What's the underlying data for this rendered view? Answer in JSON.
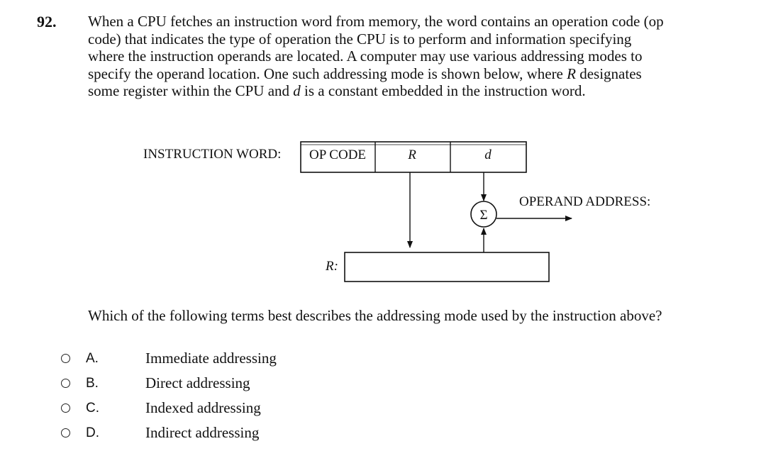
{
  "question": {
    "number": "92.",
    "stem_lines": [
      "When a CPU fetches an instruction word from memory, the word contains an operation code (op",
      "code) that indicates the type of operation the CPU is to perform and information specifying",
      "where the instruction operands are located. A computer may use various addressing modes to",
      "specify the operand location. One such addressing mode is shown below, where ",
      "some register within the CPU and "
    ],
    "stem_line4_var": "R",
    "stem_line4_tail": " designates",
    "stem_line5_var": "d",
    "stem_line5_tail": " is a constant embedded in the instruction word.",
    "prompt": "Which of the following terms best describes the addressing mode used by the instruction above?"
  },
  "diagram": {
    "instruction_word_label": "INSTRUCTION WORD:",
    "fields": [
      "OP CODE",
      "R",
      "d"
    ],
    "sum_symbol": "Σ",
    "operand_address_label": "OPERAND ADDRESS:",
    "register_label": "R:"
  },
  "choices": [
    {
      "letter": "A.",
      "text": "Immediate addressing"
    },
    {
      "letter": "B.",
      "text": "Direct addressing"
    },
    {
      "letter": "C.",
      "text": "Indexed addressing"
    },
    {
      "letter": "D.",
      "text": "Indirect addressing"
    }
  ]
}
